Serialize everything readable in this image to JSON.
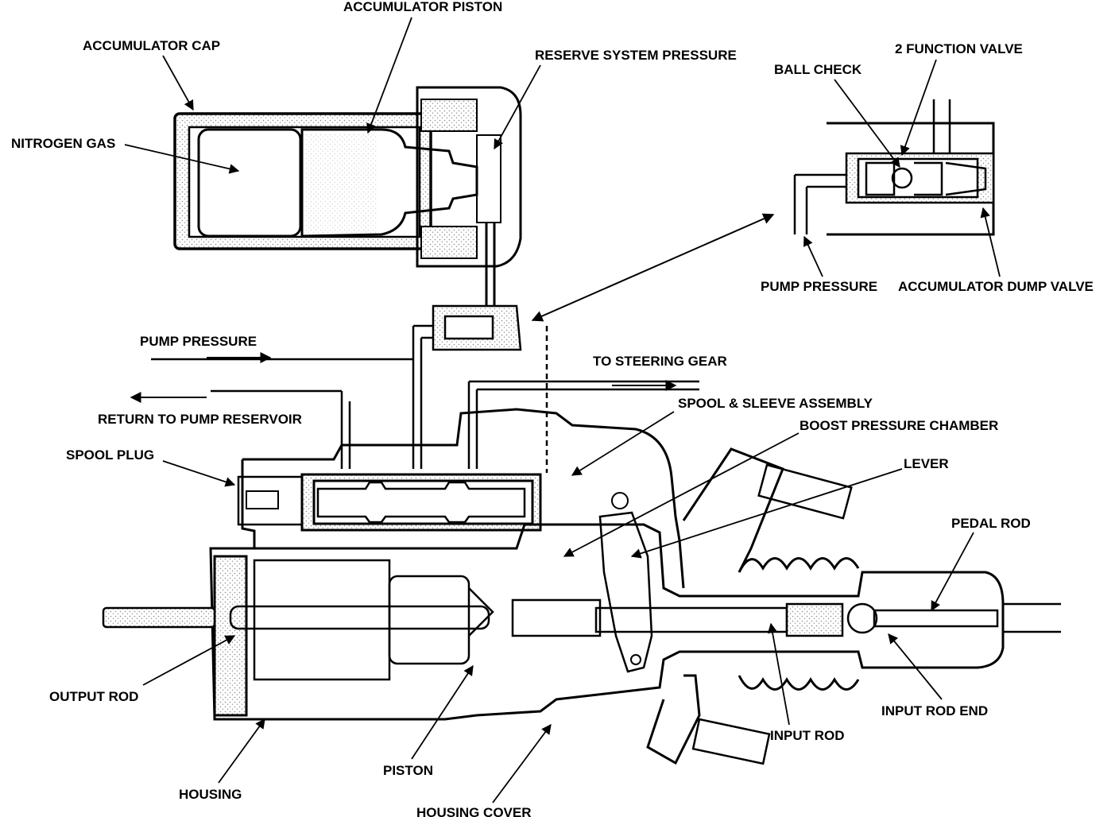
{
  "labels": {
    "accumulator_piston": "ACCUMULATOR PISTON",
    "accumulator_cap": "ACCUMULATOR CAP",
    "reserve_system_pressure": "RESERVE SYSTEM PRESSURE",
    "nitrogen_gas": "NITROGEN GAS",
    "ball_check": "BALL CHECK",
    "two_function_valve": "2 FUNCTION VALVE",
    "pump_pressure_top": "PUMP PRESSURE",
    "accumulator_dump_valve": "ACCUMULATOR DUMP VALVE",
    "pump_pressure": "PUMP PRESSURE",
    "to_steering_gear": "TO STEERING GEAR",
    "return_to_pump_reservoir": "RETURN TO PUMP RESERVOIR",
    "spool_sleeve_assembly": "SPOOL & SLEEVE ASSEMBLY",
    "boost_pressure_chamber": "BOOST PRESSURE CHAMBER",
    "spool_plug": "SPOOL PLUG",
    "lever": "LEVER",
    "pedal_rod": "PEDAL ROD",
    "output_rod": "OUTPUT ROD",
    "input_rod_end": "INPUT ROD END",
    "input_rod": "INPUT ROD",
    "piston": "PISTON",
    "housing": "HOUSING",
    "housing_cover": "HOUSING COVER"
  },
  "colors": {
    "ink": "#000000",
    "paper": "#ffffff",
    "stipple": "#9a9a9a"
  }
}
